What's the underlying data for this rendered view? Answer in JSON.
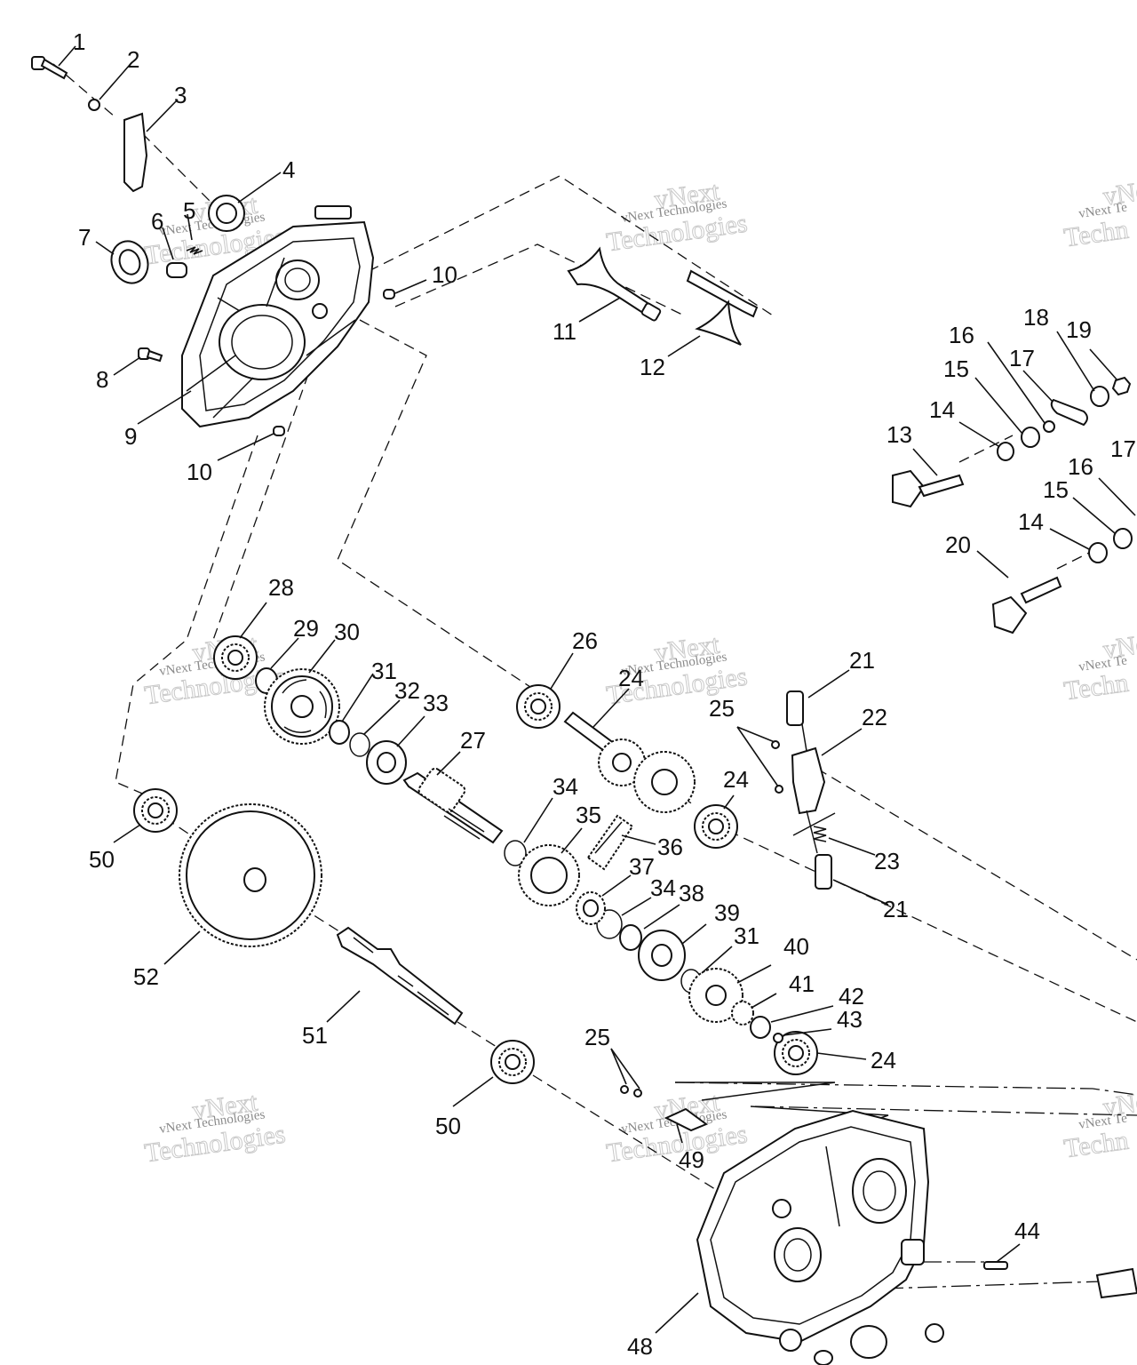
{
  "diagram": {
    "labels": [
      "1",
      "2",
      "3",
      "4",
      "5",
      "6",
      "7",
      "8",
      "9",
      "10",
      "10",
      "11",
      "12",
      "13",
      "14",
      "15",
      "16",
      "17",
      "18",
      "19",
      "14",
      "15",
      "16",
      "17",
      "20",
      "21",
      "22",
      "25",
      "23",
      "21",
      "24",
      "28",
      "29",
      "30",
      "31",
      "32",
      "33",
      "27",
      "26",
      "24",
      "34",
      "35",
      "36",
      "37",
      "34",
      "38",
      "39",
      "31",
      "40",
      "41",
      "42",
      "43",
      "24",
      "25",
      "49",
      "50",
      "52",
      "51",
      "50",
      "44",
      "48"
    ],
    "watermarks": [
      {
        "line1": "vNext Technologies",
        "line2": "Technologies",
        "logo": "vNext"
      },
      {
        "line1": "vNext Technologies",
        "line2": "Technologies",
        "logo": "vNext"
      },
      {
        "line1": "vNext Te",
        "line2": "Techn",
        "logo": "vNe"
      },
      {
        "line1": "vNext Technologies",
        "line2": "Technologies",
        "logo": "vNext"
      },
      {
        "line1": "vNext Technologies",
        "line2": "Technologies",
        "logo": "vNext"
      },
      {
        "line1": "vNext Te",
        "line2": "Techn",
        "logo": "vNe"
      },
      {
        "line1": "vNext Technologies",
        "line2": "Technologies",
        "logo": "vNext"
      },
      {
        "line1": "vNext Technologies",
        "line2": "Technologies",
        "logo": "vNext"
      },
      {
        "line1": "vNext Te",
        "line2": "Techn",
        "logo": "vNe"
      }
    ]
  }
}
